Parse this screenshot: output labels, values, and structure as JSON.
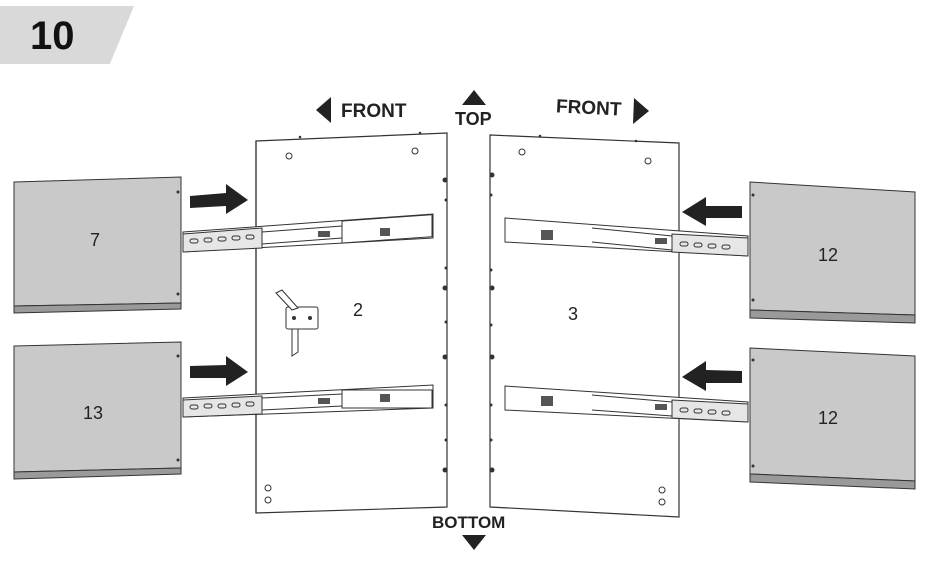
{
  "step": {
    "number": "10"
  },
  "directions": {
    "front_left": "FRONT",
    "front_right": "FRONT",
    "top": "TOP",
    "bottom": "BOTTOM"
  },
  "panels": {
    "left_side": "2",
    "right_side": "3",
    "drawer_top_left": "7",
    "drawer_bottom_left": "13",
    "drawer_top_right": "12",
    "drawer_bottom_right": "12"
  },
  "colors": {
    "panel_fill": "#ffffff",
    "drawer_fill": "#c9c9c9",
    "drawer_base": "#9a9a9a",
    "outline": "#333333",
    "arrow": "#222222",
    "badge": "#d9d9d9"
  }
}
